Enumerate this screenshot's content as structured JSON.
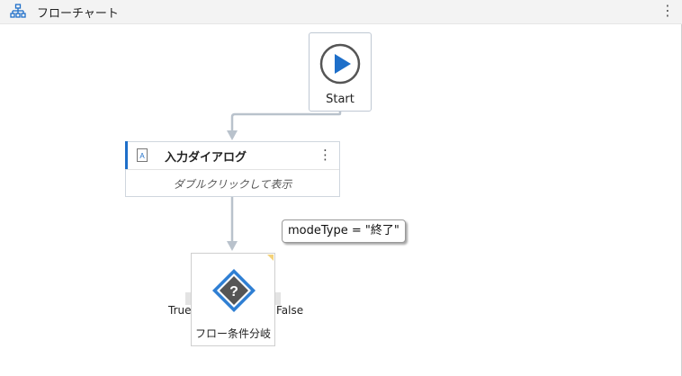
{
  "header": {
    "title": "フローチャート",
    "icon": "flowchart-tree-icon",
    "more_icon": "⋮"
  },
  "start_node": {
    "label": "Start",
    "icon": "play-circle-icon",
    "icon_color": "#1e6fc9"
  },
  "activity": {
    "title": "入力ダイアログ",
    "hint": "ダブルクリックして表示",
    "icon": "input-dialog-icon",
    "more_icon": "⋮",
    "accent_color": "#1e6fc9"
  },
  "condition_tooltip": {
    "text": "modeType = \"終了\""
  },
  "decision": {
    "label": "フロー条件分岐",
    "icon": "question-diamond-icon",
    "true_label": "True",
    "false_label": "False"
  },
  "colors": {
    "connector": "#b9c2cc",
    "diamond_fill": "#555555",
    "diamond_border": "#2f7fd3"
  }
}
